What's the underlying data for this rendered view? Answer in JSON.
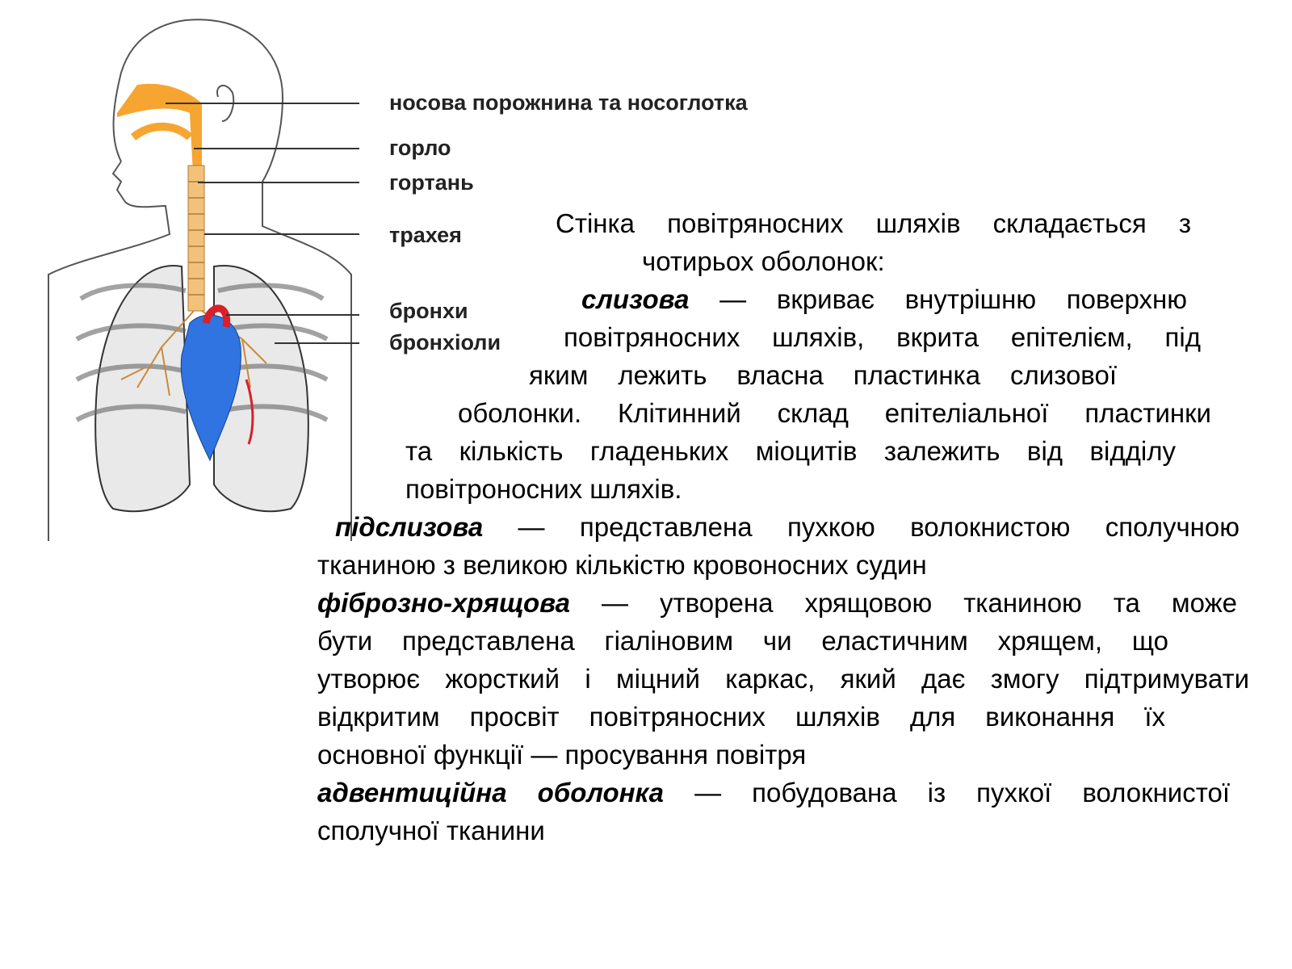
{
  "diagram_labels": [
    "носова порожнина та носоглотка",
    "горло",
    "гортань",
    "трахея",
    "бронхи",
    "бронхіоли"
  ],
  "lines": [
    {
      "term": "",
      "text": "Стінка повітряносних шляхів складається з"
    },
    {
      "term": "",
      "text": "чотирьох оболонок:"
    },
    {
      "term": "слизова",
      "text": " — вкриває внутрішню поверхню"
    },
    {
      "term": "",
      "text": "повітряносних шляхів, вкрита епітелієм, під"
    },
    {
      "term": "",
      "text": "яким лежить власна пластинка слизової"
    },
    {
      "term": "",
      "text": "оболонки. Клітинний склад епітеліальної пластинки"
    },
    {
      "term": "",
      "text": "та кількість гладеньких міоцитів залежить від відділу"
    },
    {
      "term": "",
      "text": "повітроносних шляхів."
    },
    {
      "term": "підслизова",
      "text": " — представлена пухкою волокнистою сполучною"
    },
    {
      "term": "",
      "text": "тканиною з великою кількістю кровоносних судин"
    },
    {
      "term": "фіброзно-хрящова",
      "text": " — утворена хрящовою тканиною та може"
    },
    {
      "term": "",
      "text": "бути представлена гіаліновим чи еластичним хрящем, що"
    },
    {
      "term": "",
      "text": "утворює жорсткий і міцний каркас, який дає змогу підтримувати"
    },
    {
      "term": "",
      "text": "відкритим просвіт повітряносних шляхів для виконання їх"
    },
    {
      "term": "",
      "text": "основної функції — просування повітря"
    },
    {
      "term": "адвентиційна оболонка",
      "text": " — побудована із пухкої волокнистої"
    },
    {
      "term": "",
      "text": "сполучної тканини"
    }
  ]
}
